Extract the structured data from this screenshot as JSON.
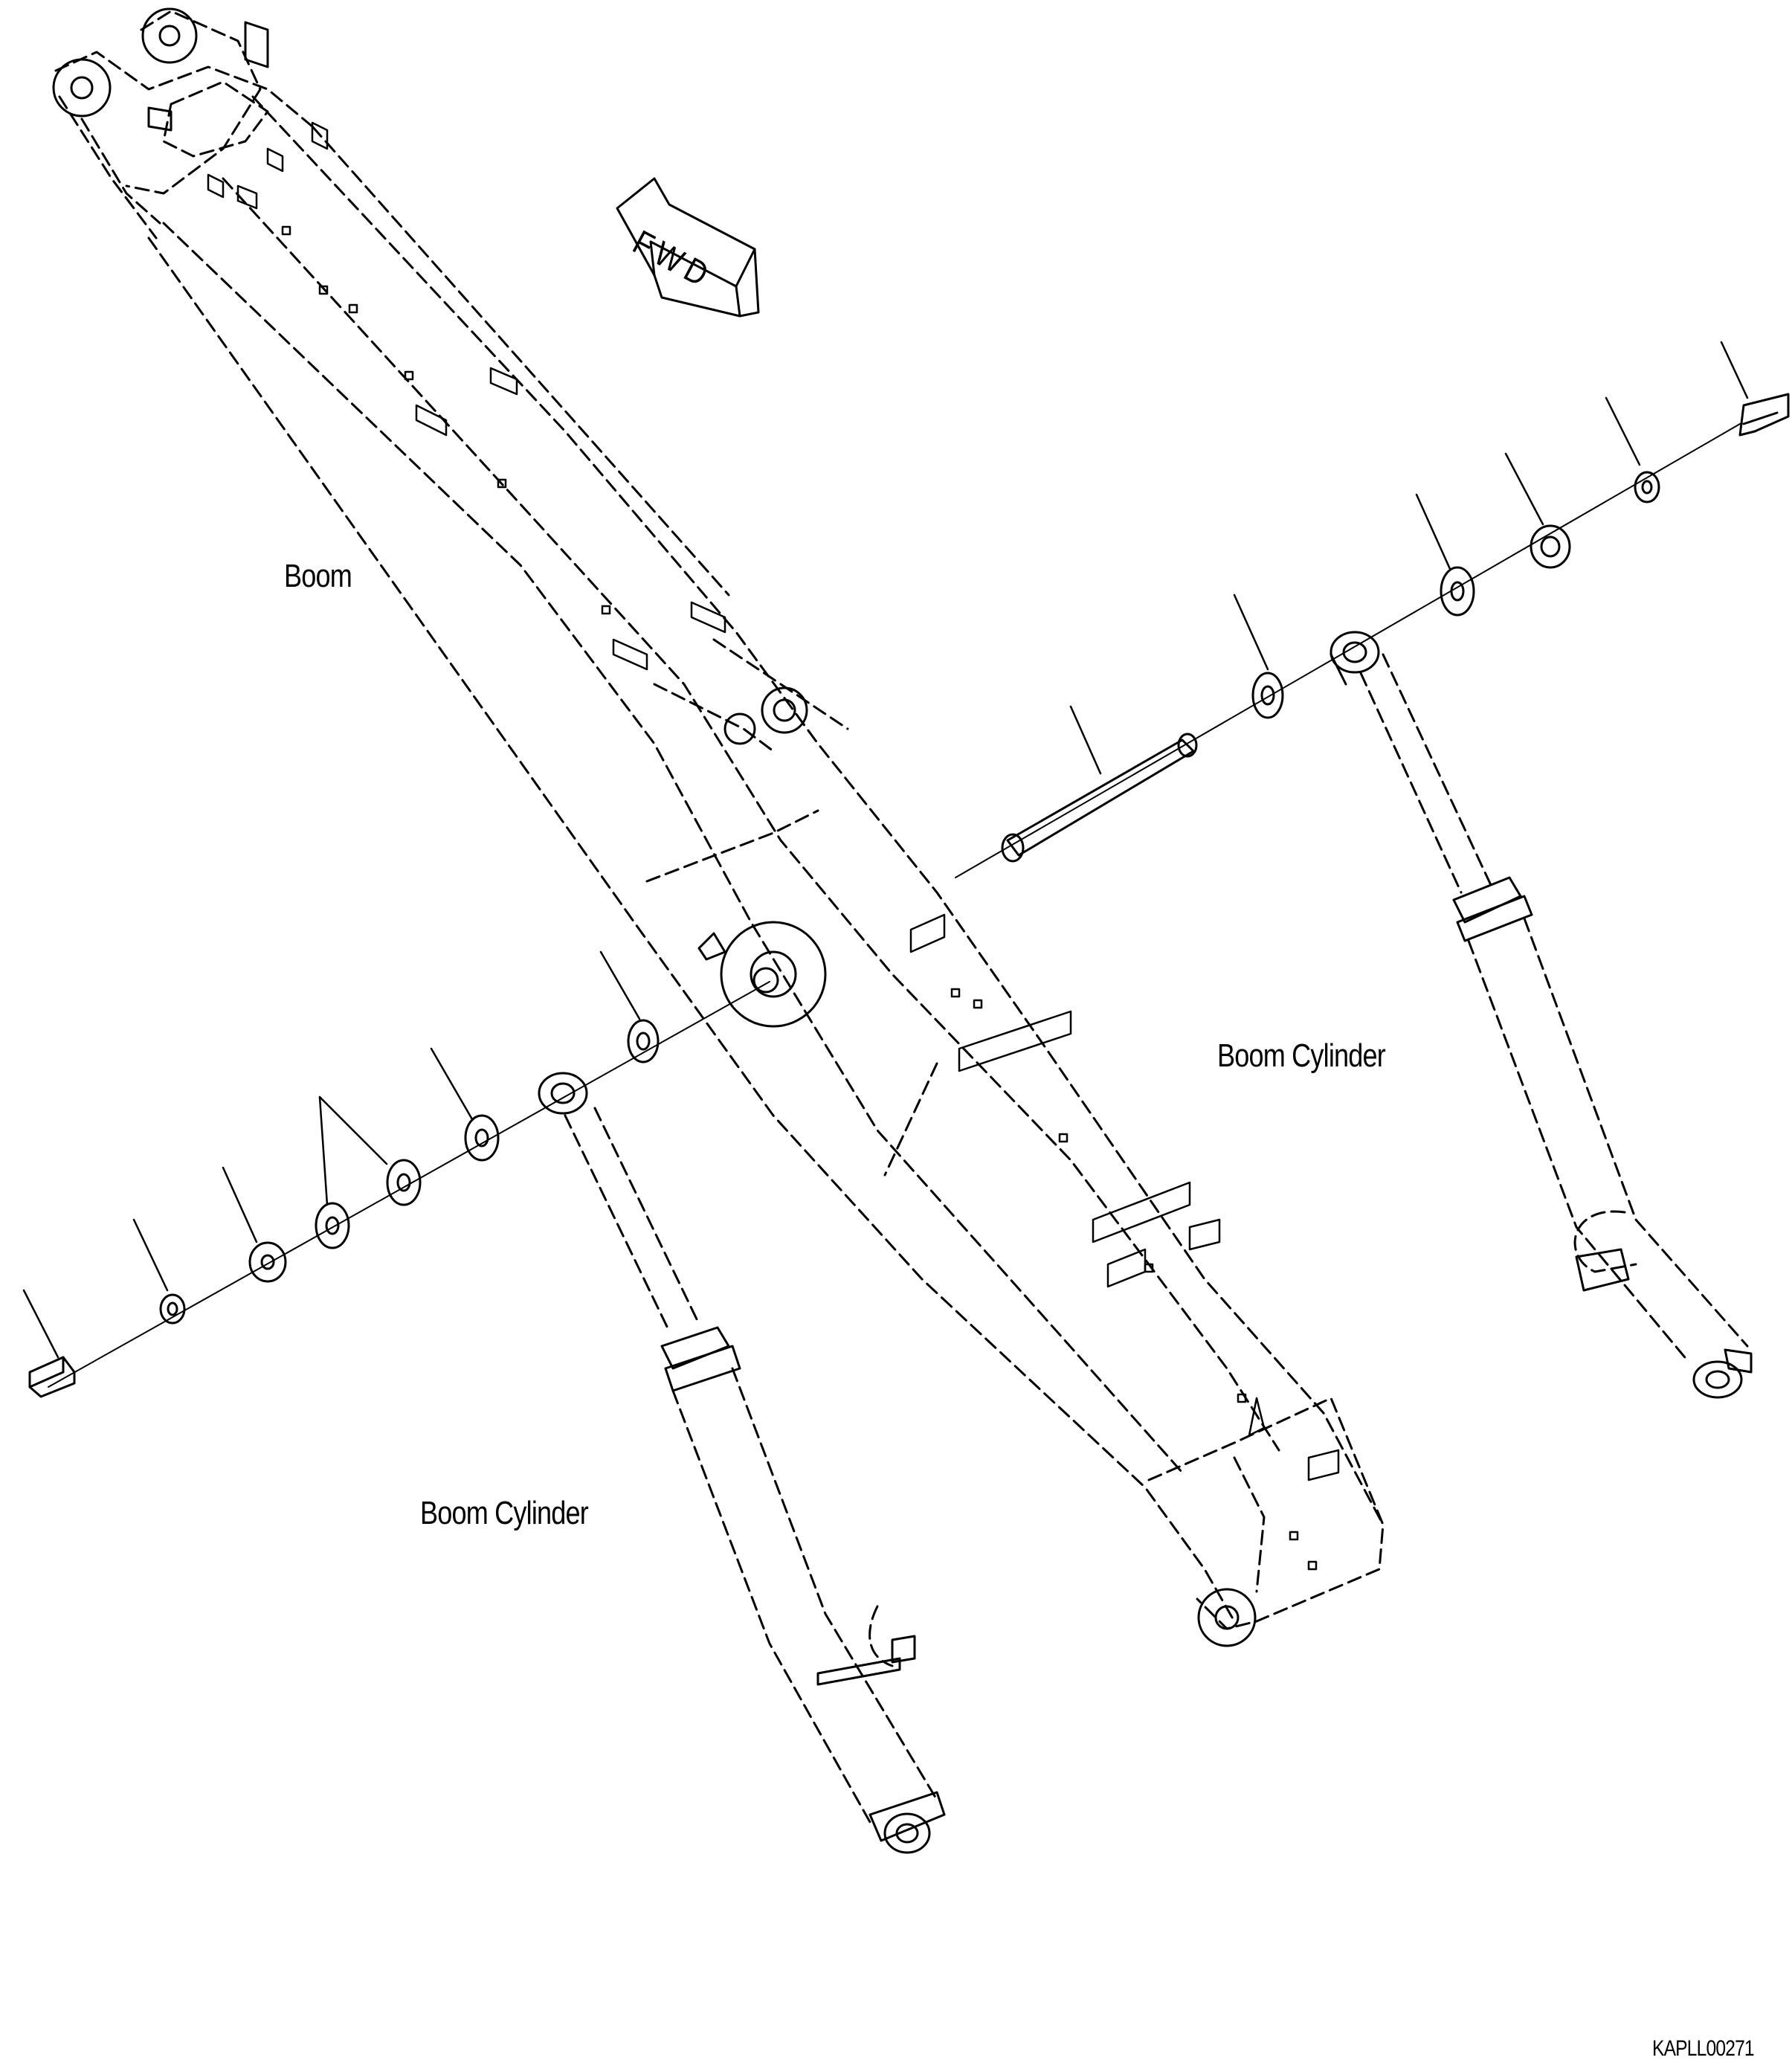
{
  "labels": {
    "boom": "Boom",
    "boom_cylinder_right": "Boom Cylinder",
    "boom_cylinder_left": "Boom Cylinder",
    "fwd": "FWD",
    "drawing_code": "KAPLL00271"
  },
  "colors": {
    "line": "#000000",
    "background": "#ffffff"
  }
}
